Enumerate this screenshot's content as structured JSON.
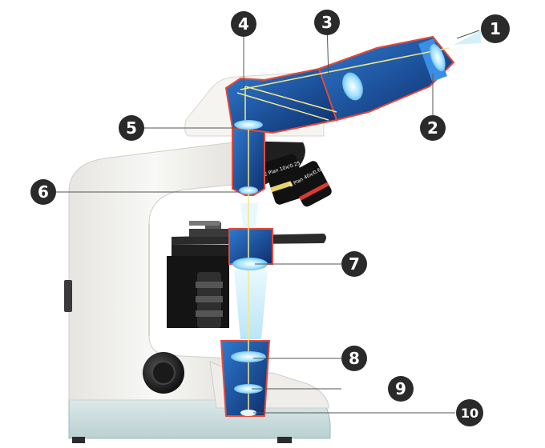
{
  "callouts": [
    {
      "label": "1"
    },
    {
      "label": "2"
    },
    {
      "label": "3"
    },
    {
      "label": "4"
    },
    {
      "label": "5"
    },
    {
      "label": "6"
    },
    {
      "label": "7"
    },
    {
      "label": "8"
    },
    {
      "label": "9"
    },
    {
      "label": "10"
    }
  ],
  "objective_markings": {
    "upper": "E Plan 10x/0.25",
    "lower": "E Plan 40x/0.65"
  },
  "colors": {
    "body": "#f1f0ec",
    "base": "#cfe0e0",
    "optics_blue": "#1e5fb3",
    "optics_dark": "#0c2b63",
    "outline_red": "#e24a3a",
    "light_path": "#f2e98c",
    "light_cone": "#cdeefa",
    "callout_fill": "#2a2a2a"
  }
}
